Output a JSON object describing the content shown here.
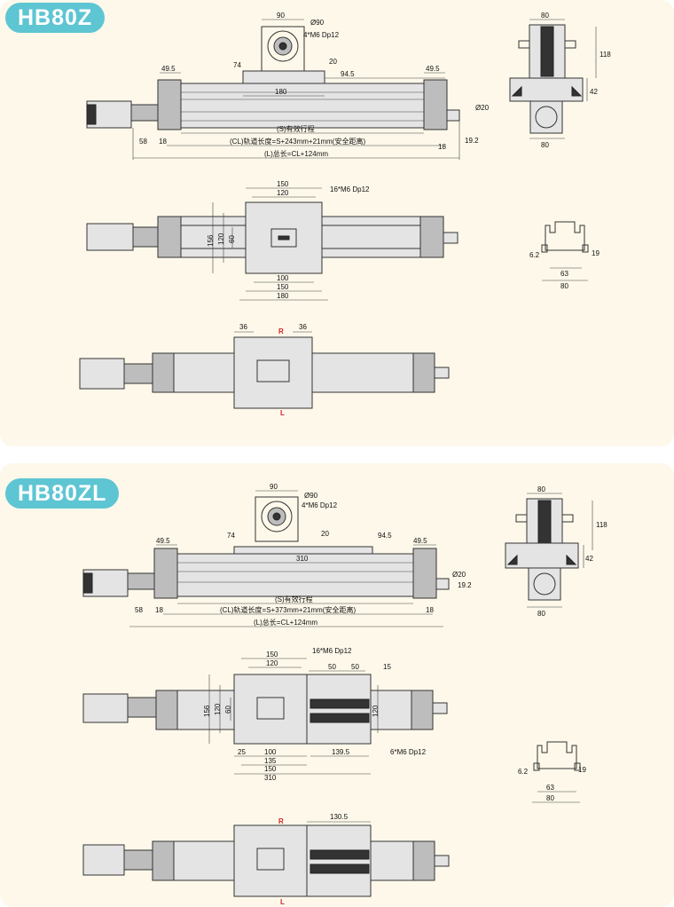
{
  "titles": {
    "hb80z": "HB80Z",
    "hb80zl": "HB80ZL"
  },
  "colors": {
    "tag_bg": "#5ec5d3",
    "panel_bg": "#fdf8ea",
    "mark": "#d2232a"
  },
  "z": {
    "d_90": "90",
    "d_phi90": "Ø90",
    "d_m6": "4*M6 Dp12",
    "d_74": "74",
    "d_20": "20",
    "d_945": "94.5",
    "d_495l": "49.5",
    "d_495r": "49.5",
    "d_180": "180",
    "d_phi20": "Ø20",
    "d_s": "(S)有效行程",
    "d_cl": "(CL)轨道长度=S+243mm+21mm(安全距离)",
    "d_192": "19.2",
    "d_58": "58",
    "d_18a": "18",
    "d_18b": "18",
    "d_l": "(L)总长=CL+124mm",
    "e_80t": "80",
    "e_118": "118",
    "e_42": "42",
    "e_80b": "80",
    "t_150": "150",
    "t_120": "120",
    "t_16m6": "16*M6 Dp12",
    "t_156": "156",
    "t_120v": "120",
    "t_60": "60",
    "t_100": "100",
    "t_150b": "150",
    "t_180": "180",
    "p_62": "6.2",
    "p_19": "19",
    "p_63": "63",
    "p_80": "80",
    "b_36l": "36",
    "b_36r": "36",
    "b_r": "R",
    "b_l": "L"
  },
  "zl": {
    "d_90": "90",
    "d_phi90": "Ø90",
    "d_m6": "4*M6 Dp12",
    "d_74": "74",
    "d_20": "20",
    "d_945": "94.5",
    "d_495l": "49.5",
    "d_495r": "49.5",
    "d_310": "310",
    "d_phi20": "Ø20",
    "d_192": "19.2",
    "d_s": "(S)有效行程",
    "d_cl": "(CL)轨道长度=S+373mm+21mm(安全距离)",
    "d_58": "58",
    "d_18a": "18",
    "d_18b": "18",
    "d_l": "(L)总长=CL+124mm",
    "e_80t": "80",
    "e_118": "118",
    "e_42": "42",
    "e_80b": "80",
    "t_150": "150",
    "t_120": "120",
    "t_16m6": "16*M6 Dp12",
    "t_50a": "50",
    "t_50b": "50",
    "t_15": "15",
    "t_156": "156",
    "t_120v": "120",
    "t_60": "60",
    "t_120r": "120",
    "t_25": "25",
    "t_100": "100",
    "t_1395": "139.5",
    "t_6m6": "6*M6 Dp12",
    "t_135": "135",
    "t_150b": "150",
    "t_310": "310",
    "p_62": "6.2",
    "p_19": "19",
    "p_63": "63",
    "p_80": "80",
    "b_1305": "130.5",
    "b_r": "R",
    "b_l": "L"
  }
}
